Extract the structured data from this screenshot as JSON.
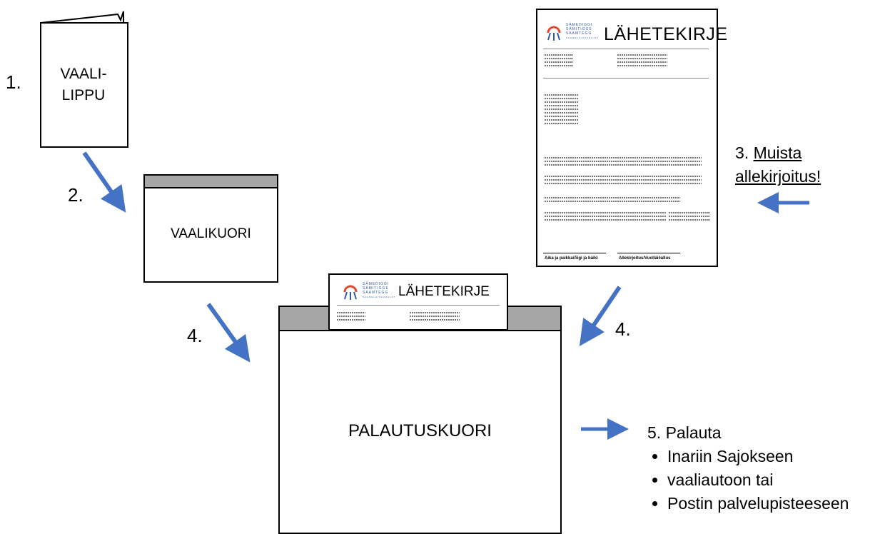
{
  "steps": {
    "step1": "1.",
    "step2": "2.",
    "step3_num": "3.",
    "step3_line1": "Muista",
    "step3_line2": "allekirjoitus!",
    "step4a": "4.",
    "step4b": "4.",
    "step5_title": "5. Palauta",
    "step5_items": [
      "Inariin Sajokseen",
      "vaaliautoon tai",
      "Postin palvelupisteeseen"
    ]
  },
  "ballot": {
    "line1": "VAALI-",
    "line2": "LIPPU"
  },
  "envelope_small": {
    "label": "VAALIKUORI"
  },
  "envelope_large": {
    "label": "PALAUTUSKUORI"
  },
  "cover_letter": {
    "title": "LÄHETEKIRJE",
    "logo_lines": [
      "SÁMEDIGGI",
      "SÄMITIGGE",
      "SAAMTÉGG"
    ],
    "logo_sub": "SAAMELAISKÄRÄJÄT",
    "footer_left": "Aika ja paikka/Äigi ja báiki",
    "footer_right": "Allekirjoitus/Vuolláičállus"
  },
  "colors": {
    "arrow": "#4472c4",
    "flap": "#a6a6a6",
    "logo_red": "#e04a2c",
    "logo_blue": "#2f5aa8"
  }
}
